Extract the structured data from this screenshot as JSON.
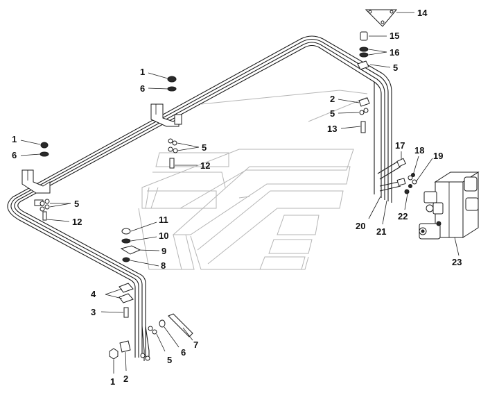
{
  "callouts": {
    "c14": "14",
    "c15": "15",
    "c16": "16",
    "c5a": "5",
    "c1a": "1",
    "c6a": "6",
    "c2a": "2",
    "c5b": "5",
    "c13": "13",
    "c1b": "1",
    "c6b": "6",
    "c5c": "5",
    "c12a": "12",
    "c17": "17",
    "c18": "18",
    "c19": "19",
    "c5d": "5",
    "c12b": "12",
    "c11": "11",
    "c10": "10",
    "c9": "9",
    "c8": "8",
    "c20": "20",
    "c21": "21",
    "c22": "22",
    "c23": "23",
    "c4": "4",
    "c3": "3",
    "c7": "7",
    "c6c": "6",
    "c5e": "5",
    "c1c": "1",
    "c2b": "2"
  }
}
